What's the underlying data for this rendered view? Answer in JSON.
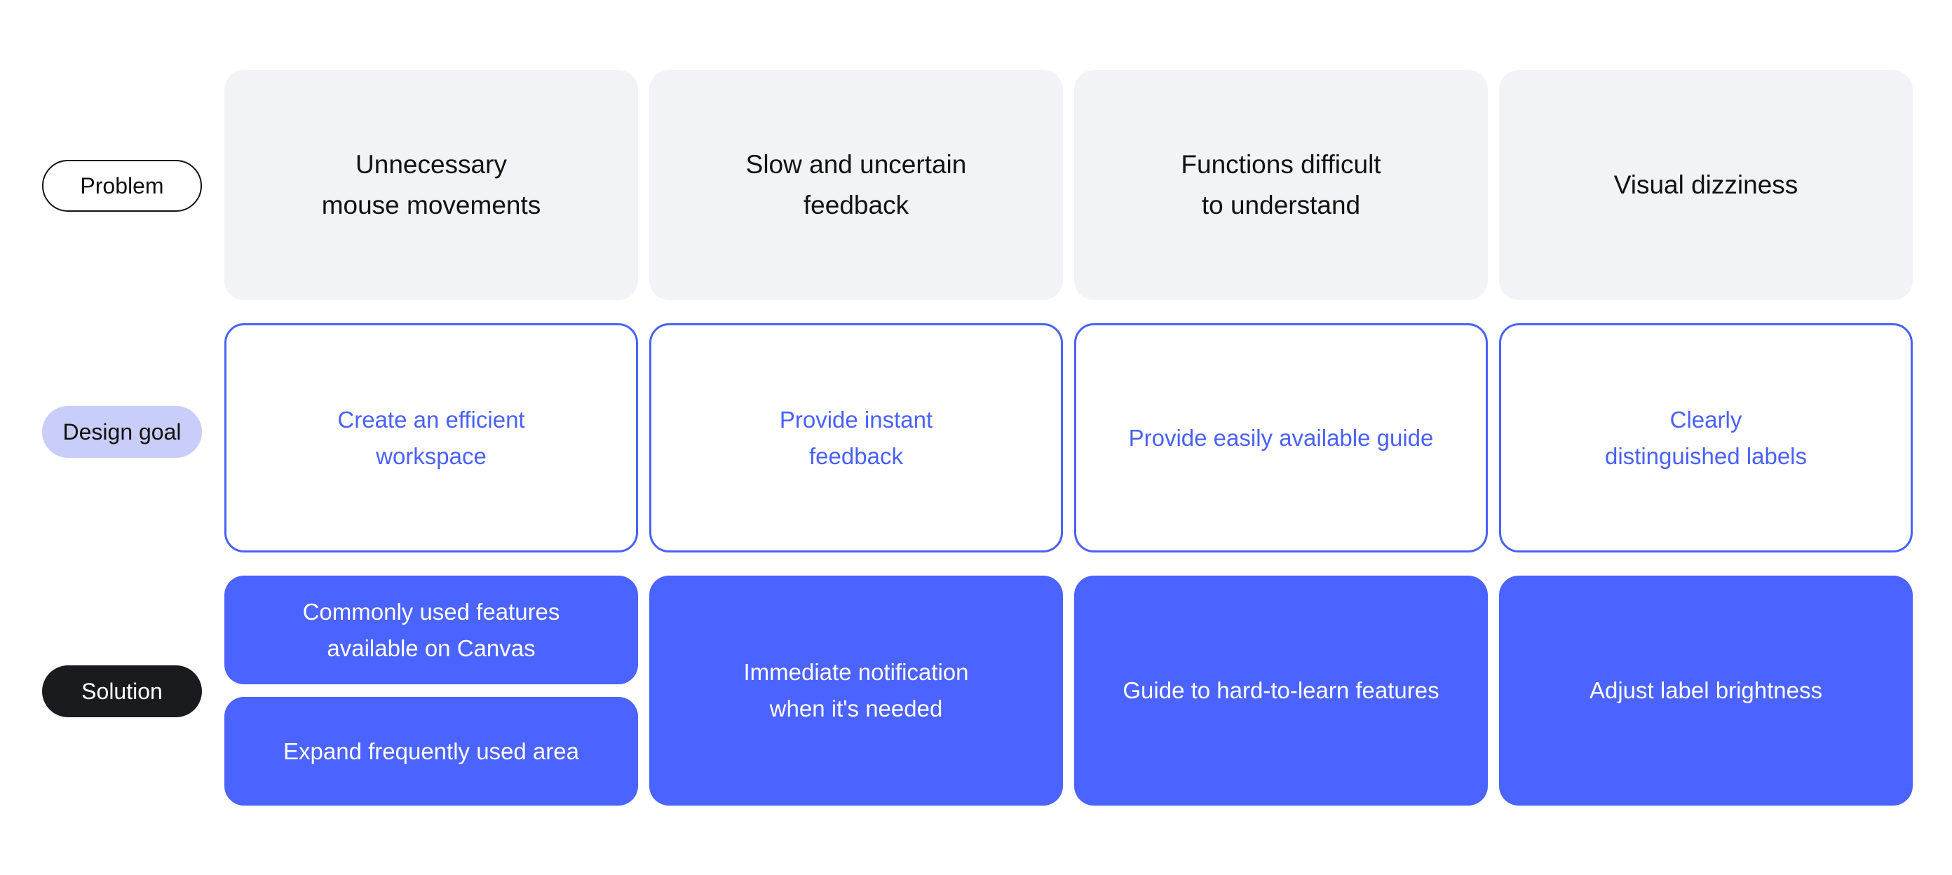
{
  "rows": {
    "problem_label": "Problem",
    "design_goal_label": "Design goal",
    "solution_label": "Solution"
  },
  "problems": [
    "Unnecessary\nmouse movements",
    "Slow and uncertain\nfeedback",
    "Functions difficult\nto understand",
    "Visual dizziness"
  ],
  "design_goals": [
    "Create an efficient\nworkspace",
    "Provide instant\nfeedback",
    "Provide easily available guide",
    "Clearly\ndistinguished labels"
  ],
  "solutions": {
    "col1_top": "Commonly used features\navailable on Canvas",
    "col1_bottom": "Expand frequently used area",
    "col2": "Immediate notification\nwhen it's needed",
    "col3": "Guide to hard-to-learn features",
    "col4": "Adjust label brightness"
  },
  "colors": {
    "accent_blue": "#4b63ff",
    "goal_pill_bg": "#c9cdf9",
    "problem_card_bg": "#f2f3f6",
    "solution_pill_bg": "#1a1b1f"
  }
}
